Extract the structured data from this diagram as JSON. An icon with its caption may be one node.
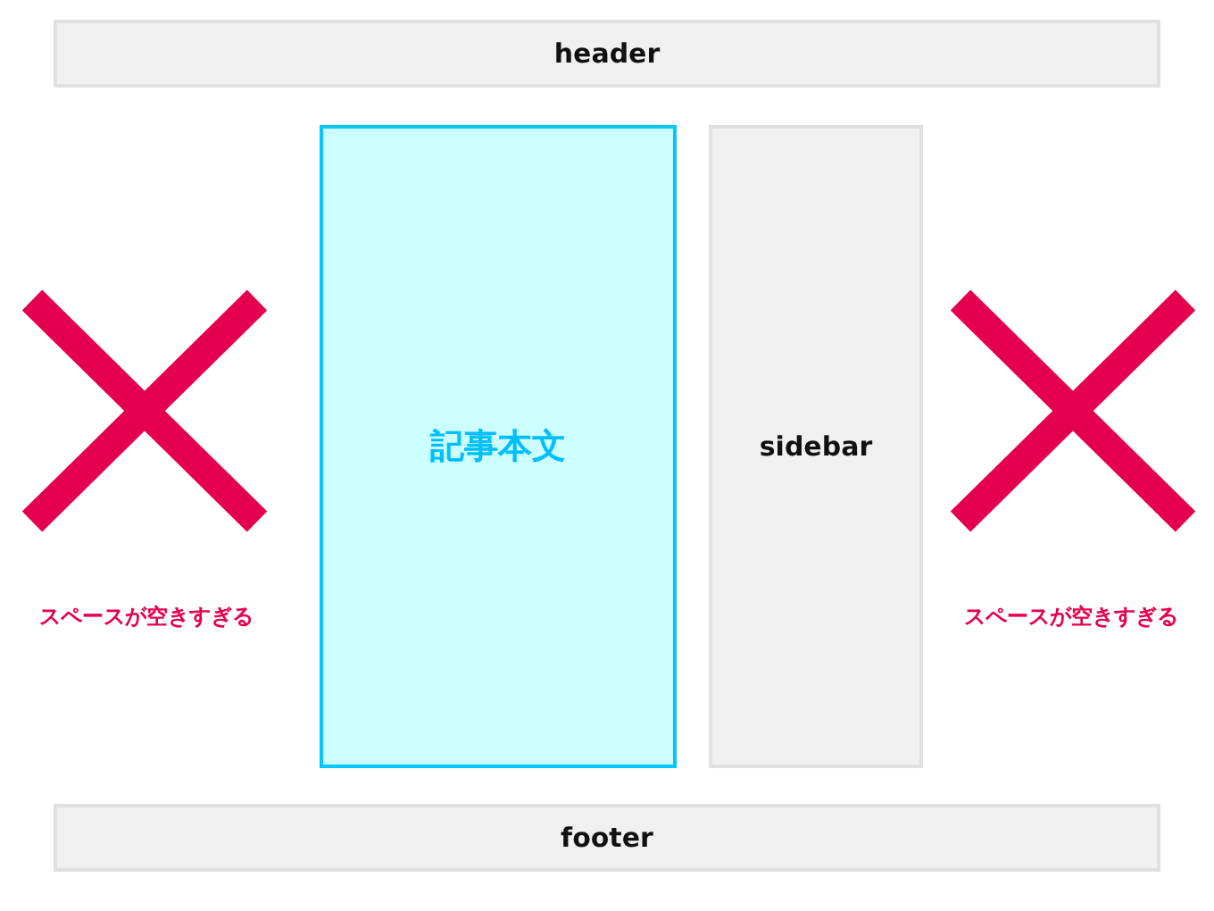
{
  "diagram": {
    "nodes": [
      {
        "text": [
          "header"
        ]
      },
      {
        "text": [
          "記事本文"
        ]
      },
      {
        "text": [
          "sidebar"
        ]
      },
      {
        "text": [
          "footer"
        ]
      }
    ],
    "labels": [
      "スペースが空きすぎる",
      "スペースが空きすぎる"
    ]
  }
}
